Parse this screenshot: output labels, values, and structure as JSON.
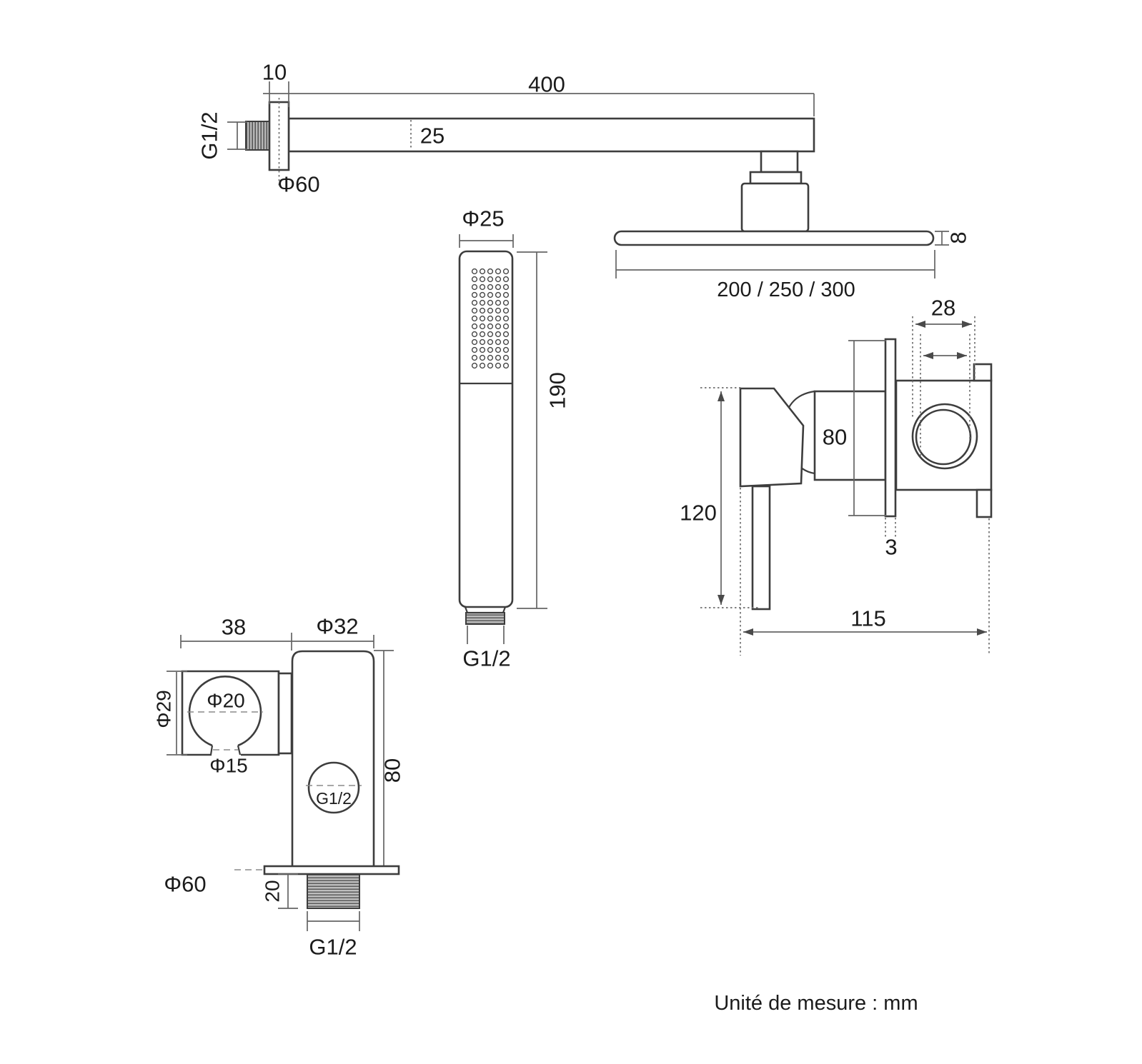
{
  "footer": {
    "note": "Unité de mesure : mm"
  },
  "colors": {
    "line": "#3d3d3d",
    "dim_line": "#646464",
    "thread_fill": "#b7b7b7",
    "background": "#ffffff",
    "text": "#1b1b1b"
  },
  "shower_arm": {
    "name": "wall shower arm",
    "labels": {
      "flange_thickness": "10",
      "arm_length": "400",
      "wall_thread": "G1/2",
      "arm_height": "25",
      "flange_diameter": "Φ60"
    }
  },
  "shower_head": {
    "name": "rain shower head",
    "labels": {
      "head_thickness": "8",
      "head_diameters": "200 / 250 / 300"
    }
  },
  "hand_shower": {
    "name": "hand shower",
    "labels": {
      "diameter": "Φ25",
      "length": "190",
      "thread": "G1/2"
    }
  },
  "mixer": {
    "name": "concealed mixer valve",
    "labels": {
      "top_width": "28",
      "body_height": "80",
      "handle_height": "120",
      "plate_thickness": "3",
      "total_depth": "115"
    }
  },
  "outlet": {
    "name": "wall outlet with hand shower holder",
    "labels": {
      "holder_width": "38",
      "body_diameter": "Φ32",
      "holder_height": "Φ29",
      "ring_diameter": "Φ20",
      "slot_diameter": "Φ15",
      "body_height": "80",
      "flange_diameter": "Φ60",
      "stub_length": "20",
      "front_thread": "G1/2",
      "bottom_thread": "G1/2"
    }
  }
}
